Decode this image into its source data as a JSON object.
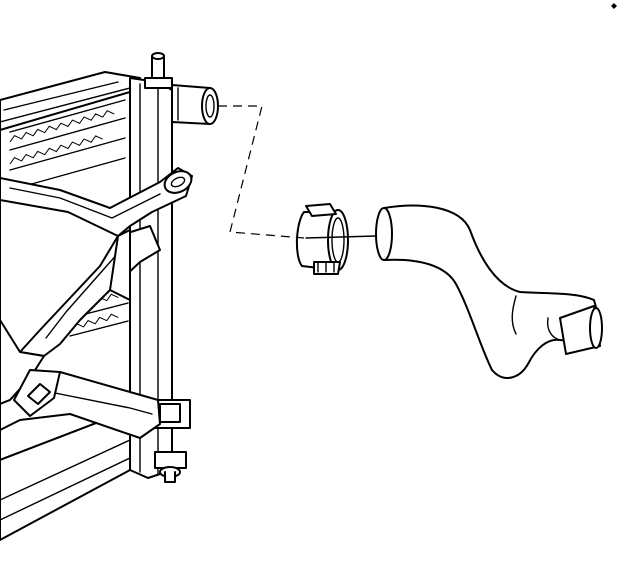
{
  "colors": {
    "line": "#000000",
    "background": "#ffffff"
  },
  "parts": [
    "radiator",
    "radiator-inlet-neck",
    "hose-clamp",
    "radiator-hose",
    "fan-shroud"
  ]
}
